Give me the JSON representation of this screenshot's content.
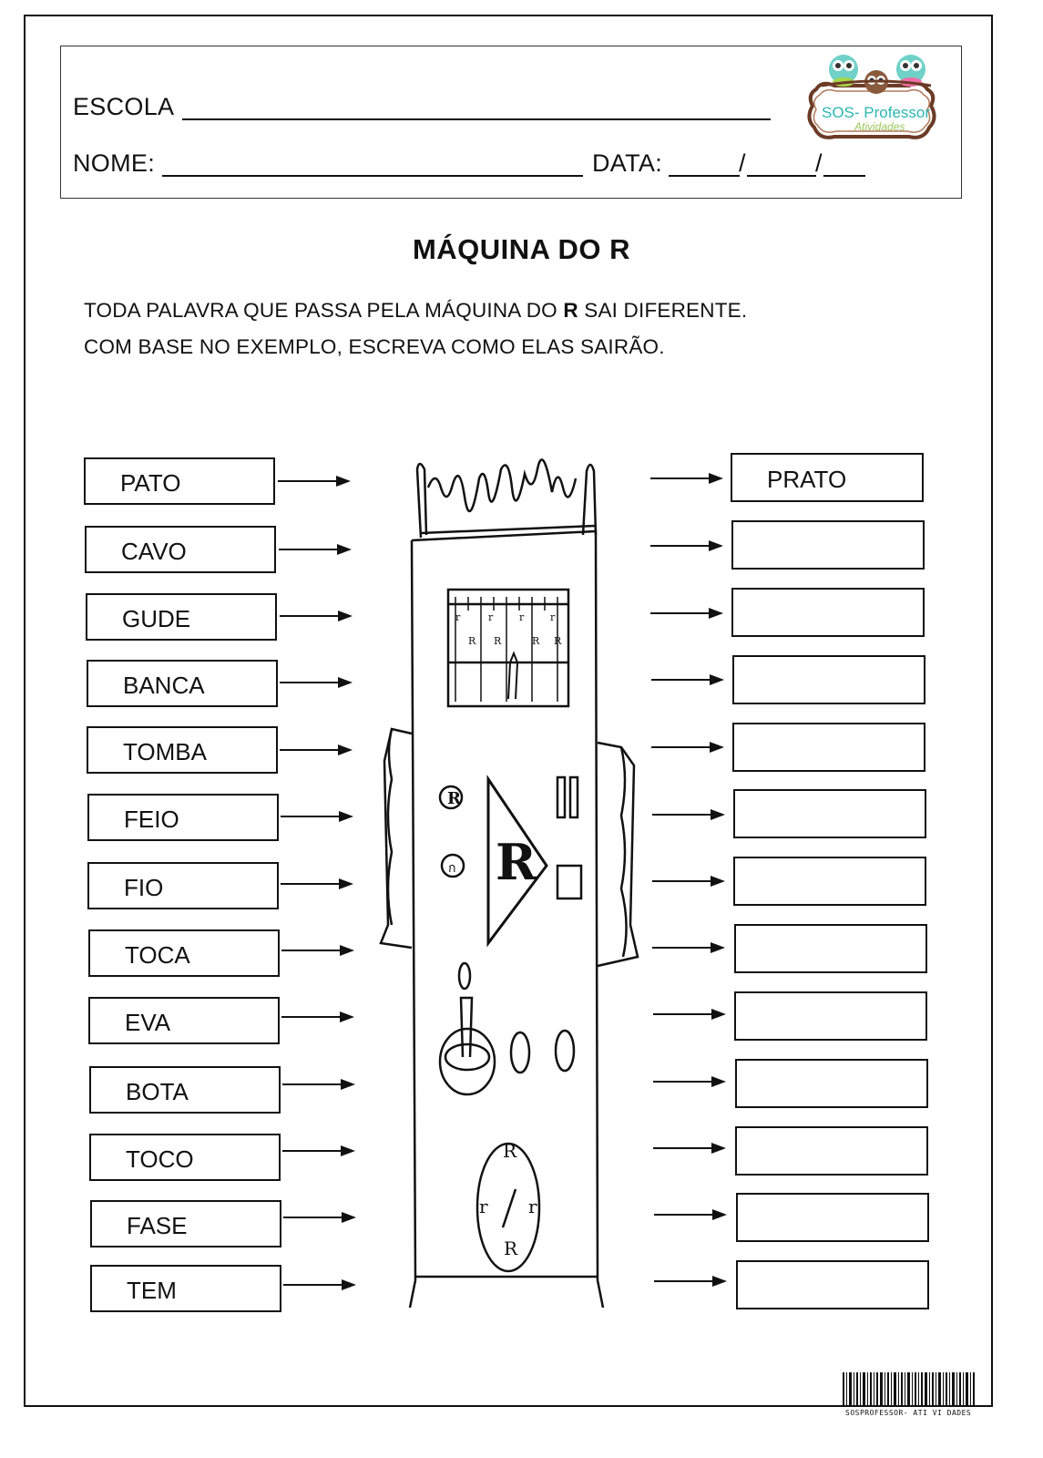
{
  "header": {
    "school_label": "ESCOLA",
    "name_label": "NOME:",
    "date_label": "DATA:",
    "date_sep1": "/",
    "date_sep2": "/",
    "logo_text": "SOS- Professor",
    "logo_sub": "Atividades"
  },
  "title": "MÁQUINA DO R",
  "instructions": {
    "line1_start": "TODA PALAVRA QUE PASSA PELA MÁQUINA DO ",
    "line1_bold": "R",
    "line1_end": " SAI DIFERENTE.",
    "line2": "COM BASE NO EXEMPLO, ESCREVA COMO ELAS SAIRÃO."
  },
  "words": [
    "PATO",
    "CAVO",
    "GUDE",
    "BANCA",
    "TOMBA",
    "FEIO",
    "FIO",
    "TOCA",
    "EVA",
    "BOTA",
    "TOCO",
    "FASE",
    "TEM"
  ],
  "answers": [
    "PRATO",
    "",
    "",
    "",
    "",
    "",
    "",
    "",
    "",
    "",
    "",
    "",
    ""
  ],
  "footer": {
    "barcode_text": "SOSPROFESSOR- ATI VI DADES"
  }
}
